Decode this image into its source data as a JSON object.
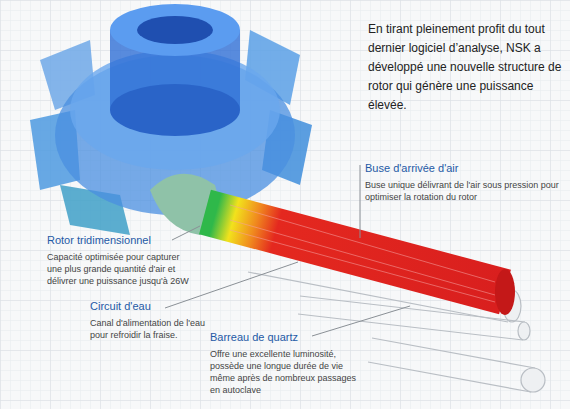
{
  "diagram": {
    "labels": [
      "En tirant pleinement profit du tout dernier logiciel d’analyse, NSK a développé une nouvelle structure de rotor qui génère une puissance élevée.",
      "Buse d'arrivée d'air",
      "Buse unique délivrant de l'air sous pression pour optimiser la rotation du rotor",
      "Rotor tridimensionnel",
      "Capacité optimisée pour capturer une plus grande quantité d'air et délivrer une puissance jusqu'à 26W",
      "Circuit d'eau",
      "Canal d'alimentation de l'eau pour refroidir la fraise.",
      "Barreau de quartz",
      "Offre une excellente luminosité, possède une longue durée de vie même après de nombreux passages en autoclave"
    ]
  }
}
